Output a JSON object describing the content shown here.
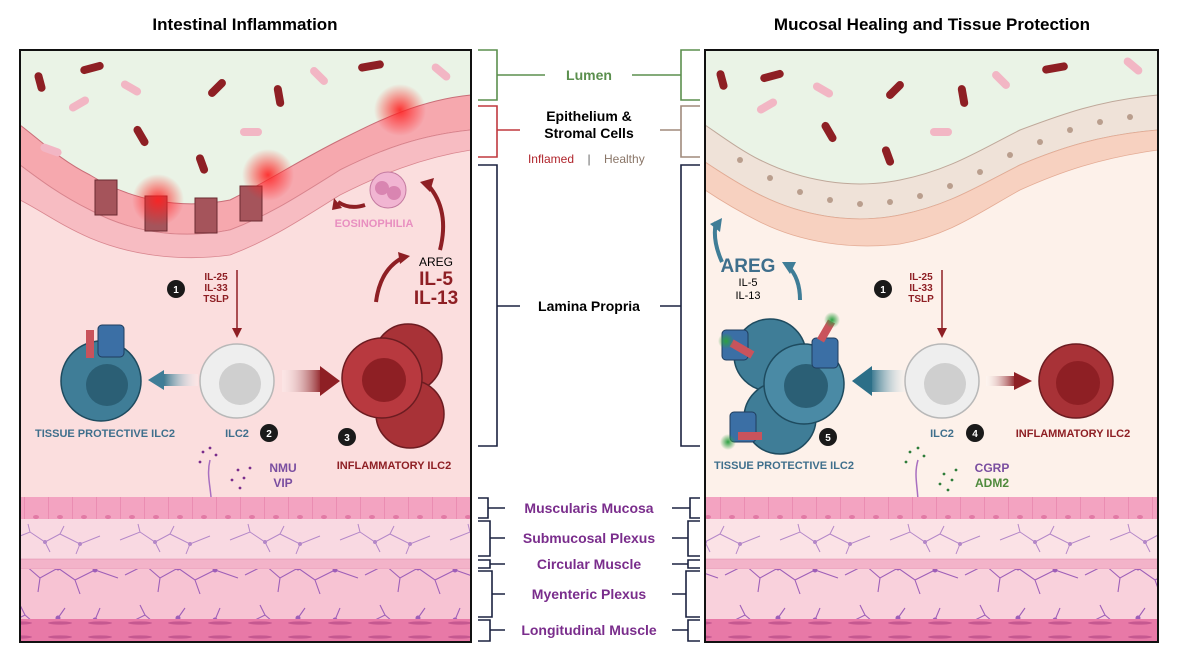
{
  "titles": {
    "left": "Intestinal Inflammation",
    "right": "Mucosal Healing and Tissue Protection"
  },
  "layers": {
    "lumen": "Lumen",
    "epithelium_line1": "Epithelium &",
    "epithelium_line2": "Stromal Cells",
    "inflamed": "Inflamed",
    "separator": "|",
    "healthy": "Healthy",
    "lamina_propria": "Lamina Propria",
    "muscularis_mucosa": "Muscularis Mucosa",
    "submucosal_plexus": "Submucosal Plexus",
    "circular_muscle": "Circular  Muscle",
    "myenteric_plexus": "Myenteric Plexus",
    "longitudinal_muscle": "Longitudinal Muscle"
  },
  "left_panel": {
    "eosinophilia": "EOSINOPHILIA",
    "areg": "AREG",
    "il5": "IL-5",
    "il13": "IL-13",
    "cytokines": [
      "IL-25",
      "IL-33",
      "TSLP"
    ],
    "tissue_protective": "TISSUE PROTECTIVE ILC2",
    "ilc2": "ILC2",
    "inflammatory": "INFLAMMATORY ILC2",
    "neuro1": "NMU",
    "neuro2": "VIP",
    "step1": "1",
    "step2": "2",
    "step3": "3"
  },
  "right_panel": {
    "areg": "AREG",
    "il5": "IL-5",
    "il13": "IL-13",
    "cytokines": [
      "IL-25",
      "IL-33",
      "TSLP"
    ],
    "tissue_protective": "TISSUE PROTECTIVE ILC2",
    "ilc2": "ILC2",
    "inflammatory": "INFLAMMATORY ILC2",
    "neuro1": "CGRP",
    "neuro2": "ADM2",
    "step1": "1",
    "step4": "4",
    "step5": "5"
  },
  "colors": {
    "lumen_bg": "#eaf3e6",
    "inflamed_bg": "#fbdede",
    "healthy_bg": "#fdf1ea",
    "green_label": "#5b8f4e",
    "inflamed_red": "#b0242b",
    "healthy_brown": "#8a7668",
    "purple": "#7a2d8c",
    "dark_red": "#8e1f24",
    "teal": "#3f7d97",
    "navy": "#1b2240"
  }
}
